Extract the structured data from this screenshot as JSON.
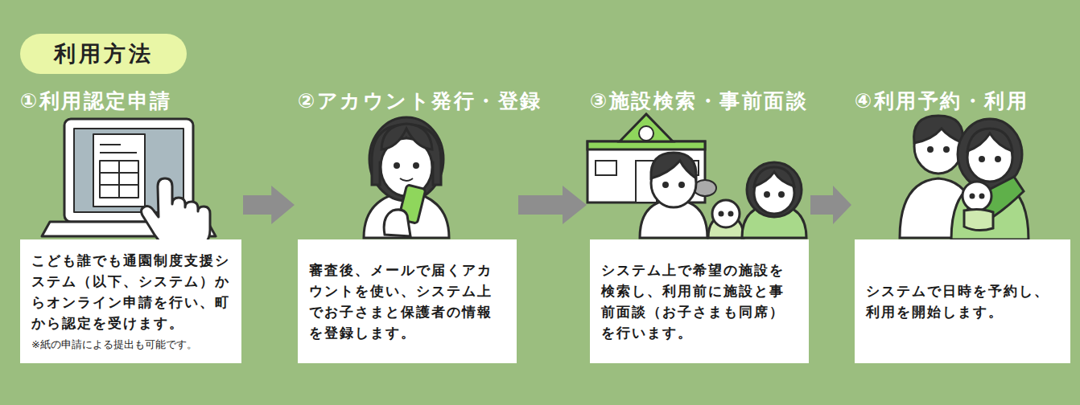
{
  "diagram": {
    "title": "利用方法",
    "nodes": [
      {
        "text": [
          "①利用認定申請",
          "こども誰でも通園制度支援システム（以下、システム）からオンライン申請を行い、町から認定を受けます。",
          "※紙の申請による提出も可能です。"
        ]
      },
      {
        "text": [
          "②アカウント発行・登録",
          "審査後、メールで届くアカウントを使い、システム上でお子さまと保護者の情報を登録します。"
        ]
      },
      {
        "text": [
          "③施設検索・事前面談",
          "システム上で希望の施設を検索し、利用前に施設と事前面談（お子さまも同席）を行います。"
        ]
      },
      {
        "text": [
          "④利用予約・利用",
          "システムで日時を予約し、利用を開始します。"
        ]
      }
    ],
    "edges": [
      {
        "from": 0,
        "to": 1,
        "arrow": "to"
      },
      {
        "from": 1,
        "to": 2,
        "arrow": "to"
      },
      {
        "from": 2,
        "to": 3,
        "arrow": "to"
      }
    ]
  }
}
